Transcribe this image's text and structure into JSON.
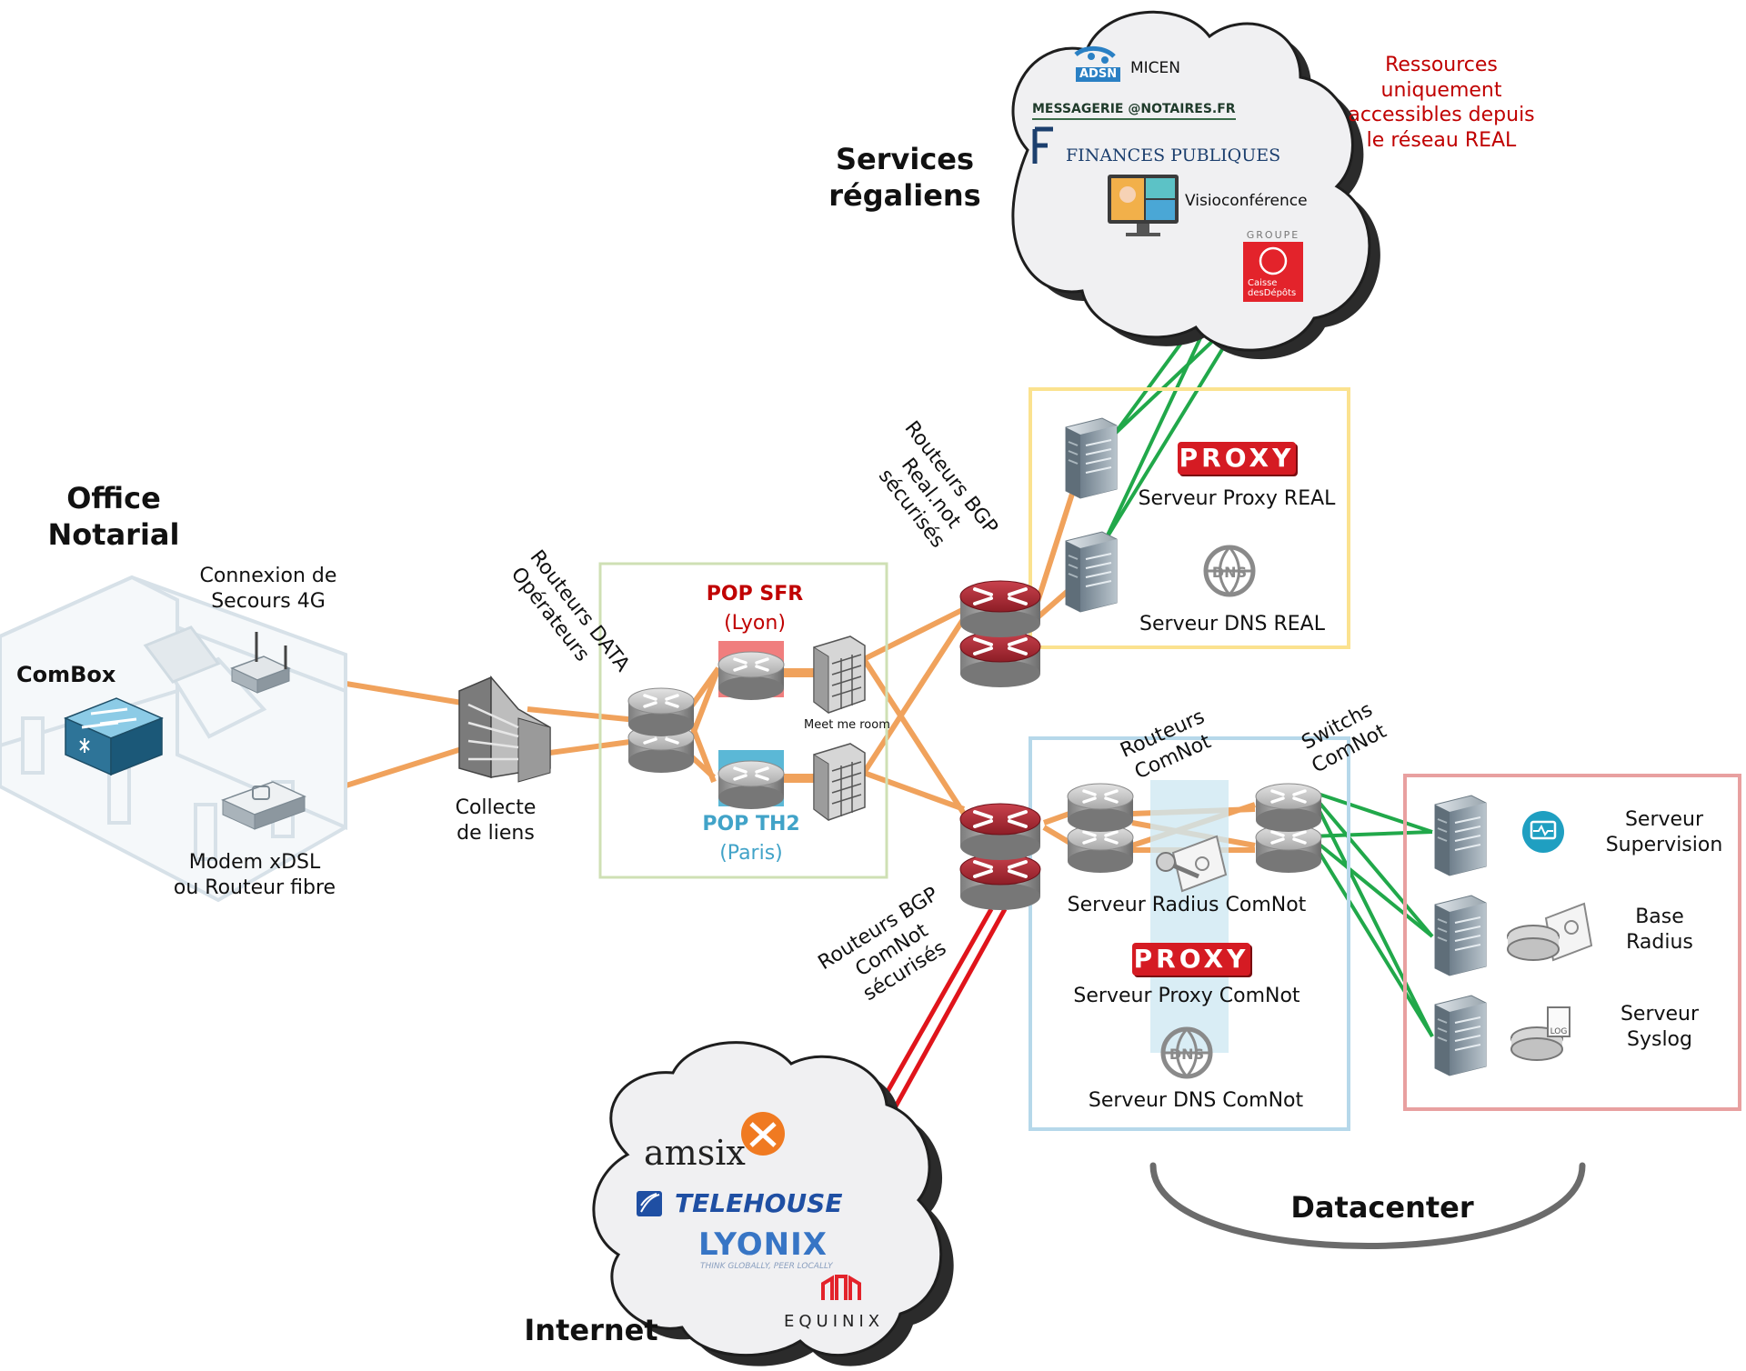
{
  "colors": {
    "link_orange": "#f0a25c",
    "link_green": "#21a84a",
    "link_red": "#e0141b",
    "box_sfr_border": "#cfe0b4",
    "box_real_border": "#fbe28f",
    "box_comnot_border": "#b6d8ea",
    "box_dc_border": "#e8a0a0",
    "cloud_fill": "#f0f0f2",
    "cloud_shadow": "#2a2a2a"
  },
  "office": {
    "title_line1": "Office",
    "title_line2": "Notarial",
    "combox_label": "ComBox",
    "backup_line1": "Connexion de",
    "backup_line2": "Secours 4G",
    "modem_line1": "Modem xDSL",
    "modem_line2": "ou Routeur fibre"
  },
  "collecte": {
    "line1": "Collecte",
    "line2": "de liens"
  },
  "operators": {
    "label_line1": "Routeurs DATA",
    "label_line2": "Opérateurs",
    "pop_sfr_line1": "POP SFR",
    "pop_sfr_line2": "(Lyon)",
    "pop_th2_line1": "POP TH2",
    "pop_th2_line2": "(Paris)",
    "meet_me_room": "Meet me room"
  },
  "bgp_real": {
    "line1": "Routeurs BGP",
    "line2": "Real.not",
    "line3": "sécurisés"
  },
  "bgp_comnot": {
    "line1": "Routeurs BGP",
    "line2": "ComNot",
    "line3": "sécurisés"
  },
  "real_zone": {
    "proxy_logo": "PROXY",
    "proxy_label": "Serveur Proxy REAL",
    "dns_logo": "DNS",
    "dns_label": "Serveur DNS REAL"
  },
  "comnot_zone": {
    "routers_line1": "Routeurs",
    "routers_line2": "ComNot",
    "switches_line1": "Switchs",
    "switches_line2": "ComNot",
    "radius_label": "Serveur Radius ComNot",
    "proxy_logo": "PROXY",
    "proxy_label": "Serveur Proxy ComNot",
    "dns_logo": "DNS",
    "dns_label": "Serveur DNS ComNot"
  },
  "datacenter": {
    "label": "Datacenter",
    "supervision_line1": "Serveur",
    "supervision_line2": "Supervision",
    "radius_line1": "Base",
    "radius_line2": "Radius",
    "syslog_line1": "Serveur",
    "syslog_line2": "Syslog",
    "log_icon_text": "LOG"
  },
  "regaliens": {
    "title_line1": "Services",
    "title_line2": "régaliens",
    "note_line1": "Ressources",
    "note_line2": "uniquement",
    "note_line3": "accessibles depuis",
    "note_line4": "le réseau REAL",
    "adsn_logo": "ADSN",
    "micen": "MICEN",
    "messagerie": "MESSAGERIE @NOTAIRES.FR",
    "finances": "FINANCES PUBLIQUES",
    "visio": "Visioconférence",
    "groupe": "GROUPE",
    "cdc_line1": "Caisse",
    "cdc_line2": "desDépôts"
  },
  "internet": {
    "title": "Internet",
    "amsix": "amsix",
    "telehouse": "TELEHOUSE",
    "lyonix": "LYONIX",
    "lyonix_tag": "THINK GLOBALLY, PEER LOCALLY",
    "equinix": "EQUINIX"
  }
}
